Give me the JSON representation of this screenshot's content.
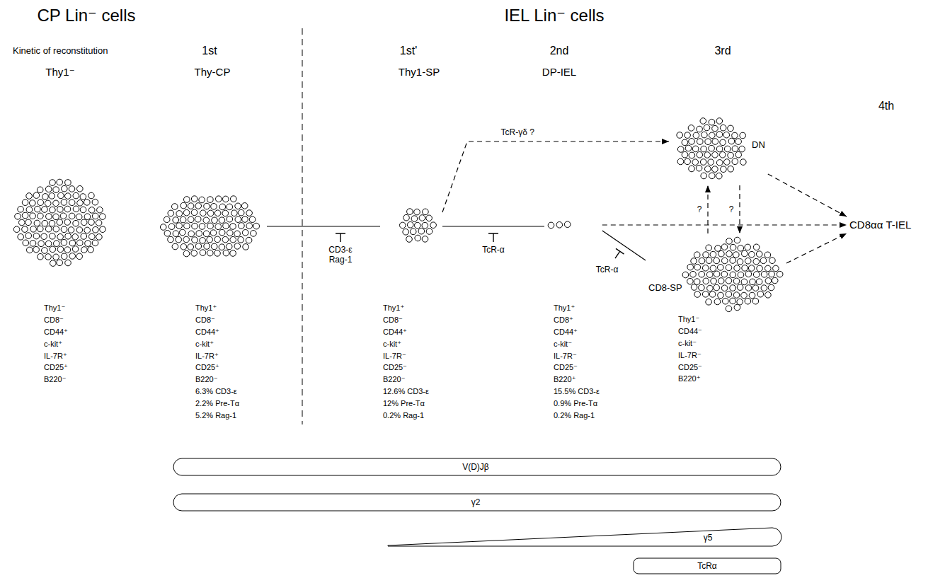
{
  "diagram": {
    "nodes": [
      {
        "text": [
          "Thy1⁻",
          "CD8⁻",
          "CD44⁺",
          "c-kit⁺",
          "IL-7R⁺",
          "CD25⁺",
          "B220⁻"
        ]
      },
      {
        "text": [
          "Thy1⁺",
          "CD8⁻",
          "CD44⁺",
          "c-kit⁺",
          "IL-7R⁺",
          "CD25⁺",
          "B220⁻",
          "6.3% CD3-ε",
          "2.2% Pre-Tα",
          "5.2% Rag-1"
        ]
      },
      {
        "text": [
          "Thy1⁺",
          "CD8⁻",
          "CD44⁺",
          "c-kit⁺",
          "IL-7R⁻",
          "CD25⁻",
          "B220⁻",
          "12.6% CD3-ε",
          "12% Pre-Tα",
          "0.2% Rag-1"
        ]
      },
      {
        "text": [
          "Thy1⁺",
          "CD8⁺",
          "CD44⁺",
          "c-kit⁻",
          "IL-7R⁻",
          "CD25⁻",
          "B220⁺",
          "15.5% CD3-ε",
          "0.9% Pre-Tα",
          "0.2% Rag-1"
        ]
      },
      {
        "text": [
          "DN"
        ]
      },
      {
        "text": [
          "CD8-SP",
          "Thy1⁻",
          "CD44⁻",
          "c-kit⁻",
          "IL-7R⁻",
          "CD25⁻",
          "B220⁺"
        ]
      },
      {
        "text": [
          "CD8αα T-IEL"
        ]
      }
    ],
    "edges": [
      {
        "from": 1,
        "to": 2,
        "arrow": "none",
        "label": "CD3-ε Rag-1"
      },
      {
        "from": 2,
        "to": 3,
        "arrow": "none",
        "label": "TcR-α"
      },
      {
        "from": 2,
        "to": 4,
        "arrow": "to",
        "label": "TcR-γδ ?"
      },
      {
        "from": 3,
        "to": 6,
        "arrow": "to"
      },
      {
        "from": 3,
        "to": 5,
        "arrow": "none",
        "label": "TcR-α"
      },
      {
        "from": 4,
        "to": 6,
        "arrow": "to"
      },
      {
        "from": 5,
        "to": 6,
        "arrow": "to"
      },
      {
        "from": 5,
        "to": 4,
        "arrow": "to",
        "label": "?"
      },
      {
        "from": 4,
        "to": 5,
        "arrow": "to",
        "label": "?"
      }
    ],
    "labels": [
      "CP Lin⁻ cells",
      "IEL Lin⁻ cells",
      "Kinetic of reconstitution",
      "1st",
      "1st'",
      "2nd",
      "3rd",
      "4th",
      "Thy1⁻",
      "Thy-CP",
      "Thy1-SP",
      "DP-IEL",
      "V(D)Jβ",
      "γ2",
      "γ5",
      "TcRα"
    ]
  }
}
